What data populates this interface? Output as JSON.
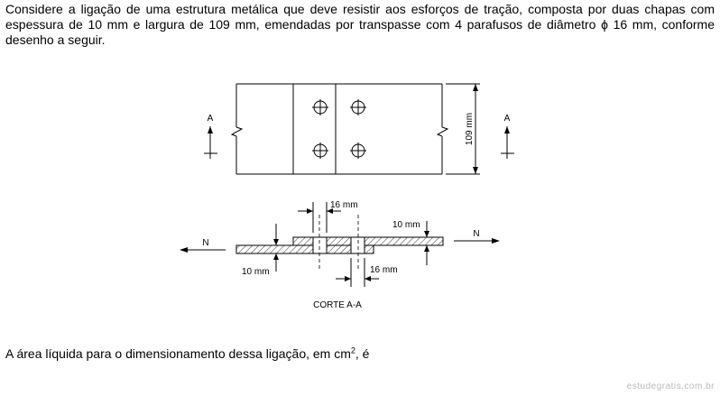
{
  "problem": {
    "paragraph": "Considere a ligação de uma estrutura metálica que deve resistir aos esforços de tração, composta por duas chapas com espessura de 10 mm e largura de 109 mm, emendadas por transpasse com 4 parafusos de diâmetro ϕ 16 mm, conforme desenho a seguir.",
    "question_before": "A área líquida para o dimensionamento dessa ligação, em cm",
    "question_sup": "2",
    "question_after": ", é"
  },
  "figure": {
    "plan_view": {
      "section_label_left": "A",
      "section_label_right": "A",
      "width_dimension": "109 mm"
    },
    "section_view": {
      "force_left": "N",
      "force_right": "N",
      "bolt_dim_top": "16 mm",
      "bolt_dim_bottom": "16 mm",
      "thickness_top": "10 mm",
      "thickness_bottom": "10 mm",
      "caption": "CORTE A-A"
    }
  },
  "watermark": "estudegratis.com.br"
}
